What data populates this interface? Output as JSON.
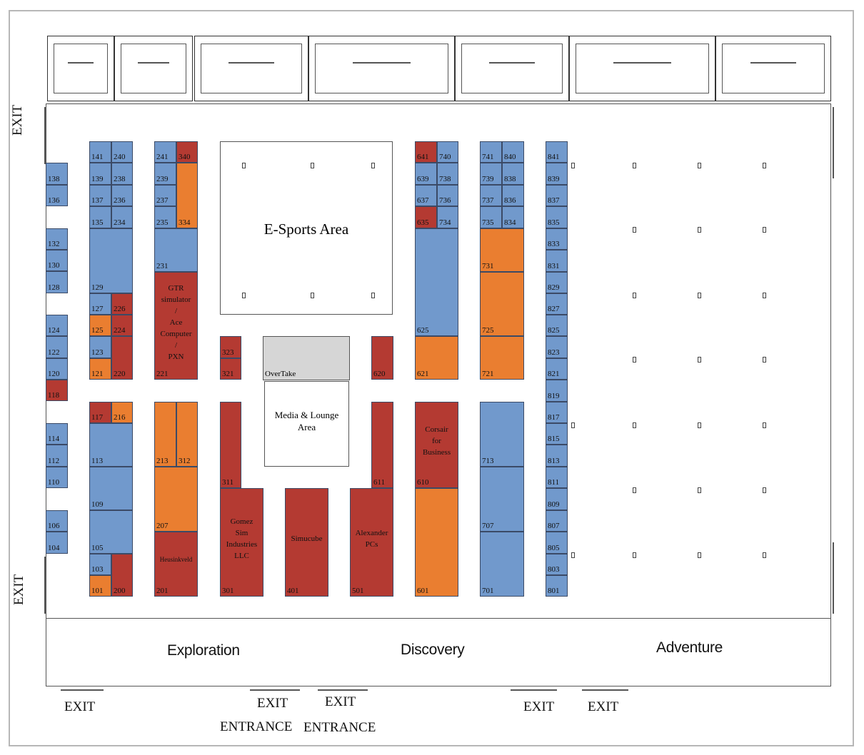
{
  "exits": {
    "left_top": "EXIT",
    "left_bottom": "EXIT",
    "bottom_1": "EXIT",
    "bottom_2": "EXIT",
    "bottom_3": "EXIT",
    "bottom_4": "EXIT",
    "bottom_5": "EXIT"
  },
  "entrances": {
    "e1": "ENTRANCE",
    "e2": "ENTRANCE"
  },
  "zones": {
    "exploration": "Exploration",
    "discovery": "Discovery",
    "adventure": "Adventure"
  },
  "areas": {
    "esports": "E-Sports Area",
    "media": "Media & Lounge Area",
    "overtake": "OverTake"
  },
  "legend_colors": {
    "blue": "#7199cc",
    "orange": "#ea7e30",
    "red": "#b43a32"
  },
  "booths": {
    "b138": "138",
    "b136": "136",
    "b132": "132",
    "b130": "130",
    "b128": "128",
    "b124": "124",
    "b122": "122",
    "b120": "120",
    "b118": "118",
    "b114": "114",
    "b112": "112",
    "b110": "110",
    "b106": "106",
    "b104": "104",
    "b141": "141",
    "b139": "139",
    "b137": "137",
    "b135": "135",
    "b129": "129",
    "b127": "127",
    "b125": "125",
    "b123": "123",
    "b121": "121",
    "b240": "240",
    "b238": "238",
    "b236": "236",
    "b234": "234",
    "b226": "226",
    "b224": "224",
    "b220": "220",
    "b117": "117",
    "b216": "216",
    "b113": "113",
    "b109": "109",
    "b105": "105",
    "b103": "103",
    "b101": "101",
    "b200": "200",
    "b241": "241",
    "b340": "340",
    "b239": "239",
    "b237": "237",
    "b235": "235",
    "b334": "334",
    "b231": "231",
    "b221": "221",
    "b213": "213",
    "b312": "312",
    "b207": "207",
    "b201": "201",
    "b323": "323",
    "b321": "321",
    "b311": "311",
    "b301": "301",
    "b401": "401",
    "b501": "501",
    "b611": "611",
    "b620": "620",
    "b641": "641",
    "b740": "740",
    "b639": "639",
    "b738": "738",
    "b637": "637",
    "b736": "736",
    "b635": "635",
    "b734": "734",
    "b625": "625",
    "b621": "621",
    "b610": "610",
    "b601": "601",
    "b741": "741",
    "b840": "840",
    "b739": "739",
    "b838": "838",
    "b737": "737",
    "b836": "836",
    "b735": "735",
    "b834": "834",
    "b731": "731",
    "b725": "725",
    "b721": "721",
    "b713": "713",
    "b707": "707",
    "b701": "701",
    "b841": "841",
    "b839": "839",
    "b837": "837",
    "b835": "835",
    "b833": "833",
    "b831": "831",
    "b829": "829",
    "b827": "827",
    "b825": "825",
    "b823": "823",
    "b821": "821",
    "b819": "819",
    "b817": "817",
    "b815": "815",
    "b813": "813",
    "b811": "811",
    "b809": "809",
    "b807": "807",
    "b805": "805",
    "b803": "803",
    "b801": "801"
  },
  "exhibitors": {
    "gtr": "GTR simulator / Ace Computer / PXN",
    "heusinkveld": "Heusinkveld",
    "gomez": "Gomez Sim Industries LLC",
    "simucube": "Simucube",
    "alexander": "Alexander PCs",
    "corsair": "Corsair for Business"
  }
}
